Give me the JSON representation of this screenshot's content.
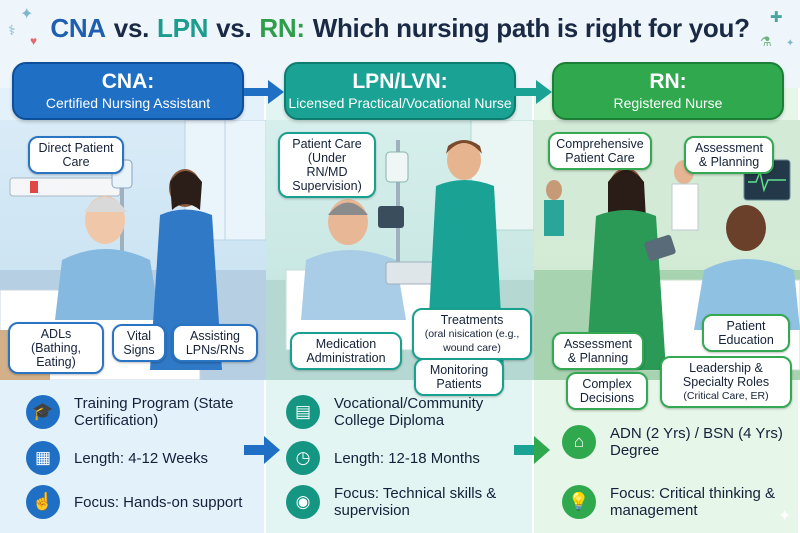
{
  "title": {
    "cna": "CNA",
    "vs1": "vs.",
    "lpn": "LPN",
    "vs2": "vs.",
    "rn": "RN:",
    "rest": "Which nursing path is right for you?"
  },
  "columns": [
    {
      "heading": "CNA:",
      "subheading": "Certified Nursing Assistant",
      "scene_bubbles": [
        "Direct Patient Care",
        "ADLs (Bathing, Eating)",
        "Vital Signs",
        "Assisting LPNs/RNs"
      ],
      "info": [
        {
          "icon": "graduation-cap-icon",
          "text": "Training Program (State Certification)"
        },
        {
          "icon": "calendar-icon",
          "text": "Length: 4-12 Weeks"
        },
        {
          "icon": "hand-pointer-icon",
          "text": "Focus: Hands-on support"
        }
      ]
    },
    {
      "heading": "LPN/LVN:",
      "subheading": "Licensed Practical/Vocational Nurse",
      "scene_bubbles": [
        "Patient Care (Under RN/MD Supervision)",
        "Treatments",
        "(oral nisication (e.g., wound care)",
        "Medication Administration",
        "Monitoring Patients"
      ],
      "info": [
        {
          "icon": "book-icon",
          "text": "Vocational/Community College Diploma"
        },
        {
          "icon": "clock-icon",
          "text": "Length: 12-18 Months"
        },
        {
          "icon": "eye-icon",
          "text": "Focus: Technical skills & supervision"
        }
      ]
    },
    {
      "heading": "RN:",
      "subheading": "Registered Nurse",
      "scene_bubbles": [
        "Comprehensive Patient Care",
        "Assessment & Planning",
        "Patient Education",
        "Assessment & Planning",
        "Complex Decisions",
        "Leadership & Specialty Roles",
        "(Critical Care, ER)"
      ],
      "info": [
        {
          "icon": "hospital-icon",
          "text": "ADN (2 Yrs) / BSN (4 Yrs) Degree"
        },
        {
          "icon": "lightbulb-icon",
          "text": "Focus: Critical thinking & management"
        }
      ]
    }
  ],
  "colors": {
    "cna": "#1f6fc4",
    "lpn": "#1aa394",
    "rn": "#2fa84e"
  }
}
